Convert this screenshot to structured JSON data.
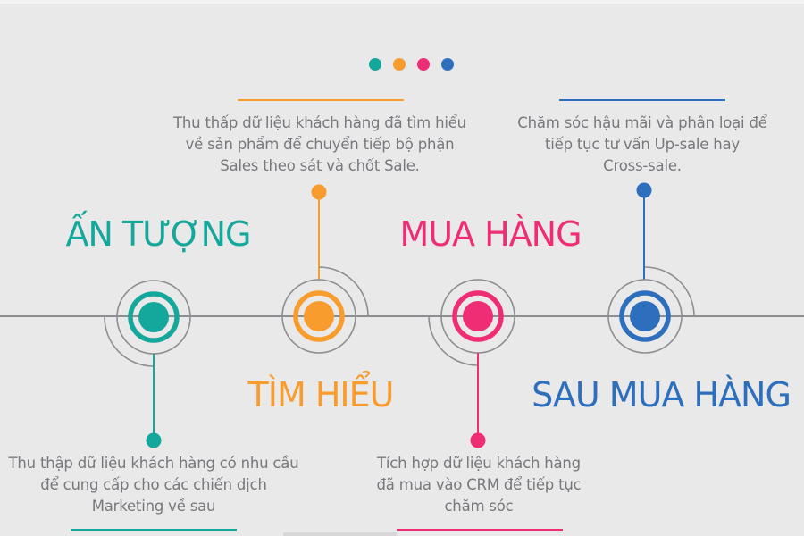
{
  "background": "#e9e9ea",
  "colors": {
    "teal": "#14a79c",
    "orange": "#f79c2d",
    "pink": "#ee2d74",
    "blue": "#2d6fbc",
    "text_gray": "#77787c",
    "line_gray": "#8d8e91",
    "cutoff_gray": "#d6d6d8"
  },
  "intro_dots": [
    {
      "name": "teal",
      "color": "#14a79c"
    },
    {
      "name": "orange",
      "color": "#f79c2d"
    },
    {
      "name": "pink",
      "color": "#ee2d74"
    },
    {
      "name": "blue",
      "color": "#2d6fbc"
    }
  ],
  "stages": [
    {
      "label": "ẤN TƯỢNG",
      "color": "#14a79c",
      "label_position": "above-axis",
      "note_position": "below",
      "note_lines": [
        "Thu thập dữ liệu khách hàng có nhu cầu",
        "để cung cấp cho các chiến dịch",
        "Marketing về sau"
      ]
    },
    {
      "label": "TÌM HIỂU",
      "color": "#f79c2d",
      "label_position": "below-axis",
      "note_position": "above",
      "note_lines": [
        "Thu thấp dữ liệu khách hàng đã tìm hiểu",
        "về sản phẩm để chuyển tiếp bộ phận",
        "Sales theo sát và chốt Sale."
      ]
    },
    {
      "label": "MUA HÀNG",
      "color": "#ee2d74",
      "label_position": "above-axis",
      "note_position": "below",
      "note_lines": [
        "Tích hợp dữ liệu khách hàng",
        "đã mua vào CRM để tiếp tục",
        "chăm sóc"
      ]
    },
    {
      "label": "SAU MUA HÀNG",
      "color": "#2d6fbc",
      "label_position": "below-axis",
      "note_position": "above",
      "note_lines": [
        "Chăm sóc hậu mãi và phân loại để",
        "tiếp tục tư vấn Up-sale hay",
        "Cross-sale."
      ]
    }
  ]
}
